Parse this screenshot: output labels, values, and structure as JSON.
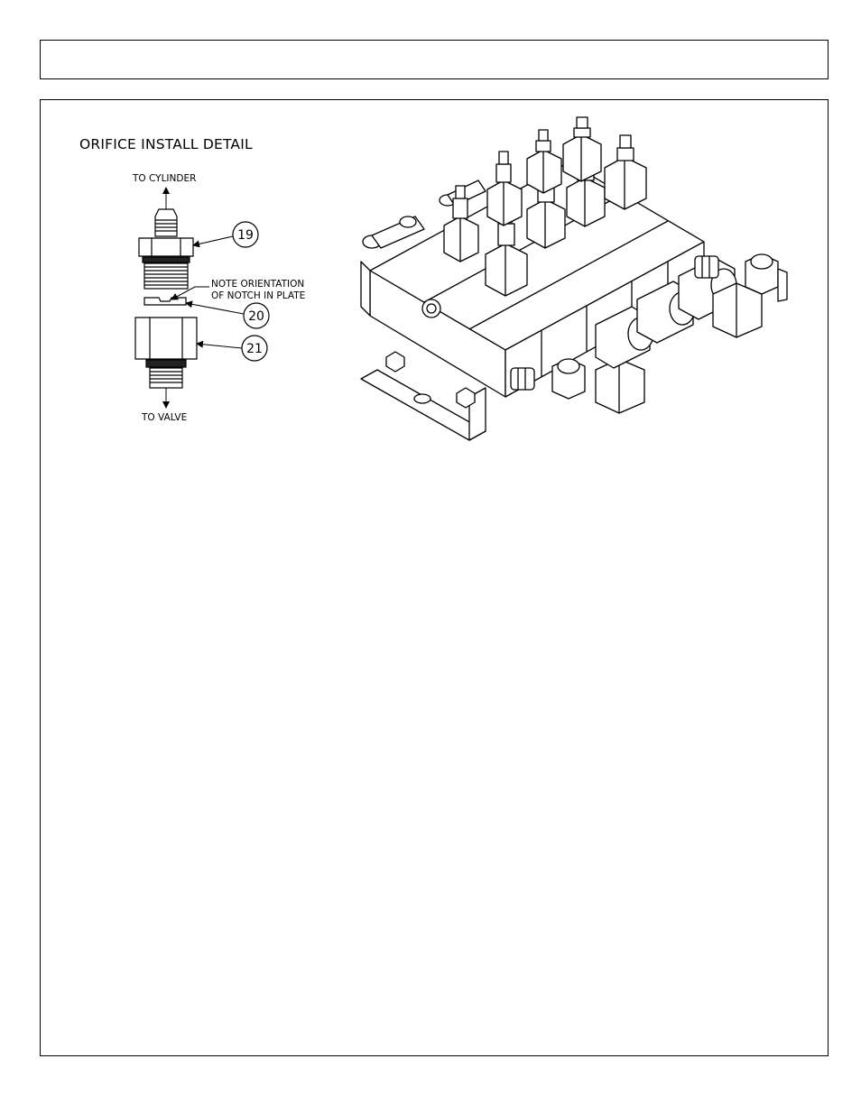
{
  "detail": {
    "title": "ORIFICE INSTALL DETAIL",
    "to_cylinder": "TO CYLINDER",
    "to_valve": "TO VALVE",
    "note_line1": "NOTE ORIENTATION",
    "note_line2": "OF NOTCH IN PLATE"
  },
  "callouts": {
    "fitting": "19",
    "orifice_plate": "20",
    "adapter": "21"
  }
}
